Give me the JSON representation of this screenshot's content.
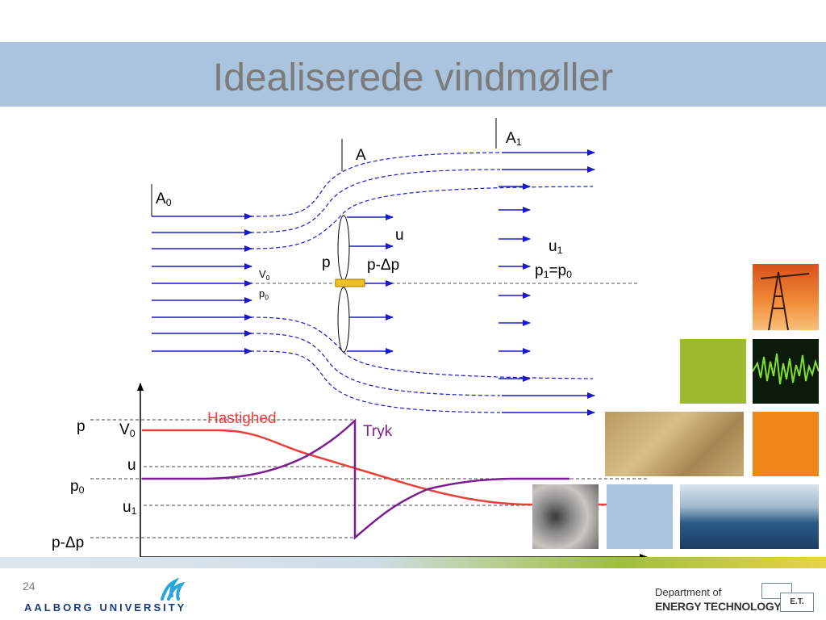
{
  "slide": {
    "title": "Idealiserede vindmøller",
    "slide_number": "24"
  },
  "flow_diagram": {
    "label_A0": "A",
    "label_A0_sub": "0",
    "label_A": "A",
    "label_A1": "A",
    "label_A1_sub": "1",
    "label_u": "u",
    "label_p": "p",
    "label_p_minus_dp": "p-Δp",
    "label_V0": "V",
    "label_V0_sub": "0",
    "label_p0": "p",
    "label_p0_sub": "0",
    "label_u1": "u",
    "label_u1_sub": "1",
    "label_p1_eq": "p",
    "label_p1_sub": "1",
    "label_p1_eq_mid": "=p",
    "label_p1_eq_sub": "0"
  },
  "graph": {
    "label_hastighed": "Hastighed",
    "label_tryk": "Tryk",
    "y_label_p": "p",
    "y_label_V0": "V",
    "y_label_V0_sub": "0",
    "y_label_u": "u",
    "y_label_p0": "p",
    "y_label_p0_sub": "0",
    "y_label_u1": "u",
    "y_label_u1_sub": "1",
    "y_label_pdp": "p-Δp",
    "colors": {
      "velocity": "#e8413c",
      "pressure": "#7a1f8f",
      "arrows": "#1a1acc"
    }
  },
  "footer": {
    "university": "AALBORG UNIVERSITY",
    "dept_line1": "Department of",
    "dept_line2": "ENERGY TECHNOLOGY",
    "dept_badge": "E.T."
  }
}
